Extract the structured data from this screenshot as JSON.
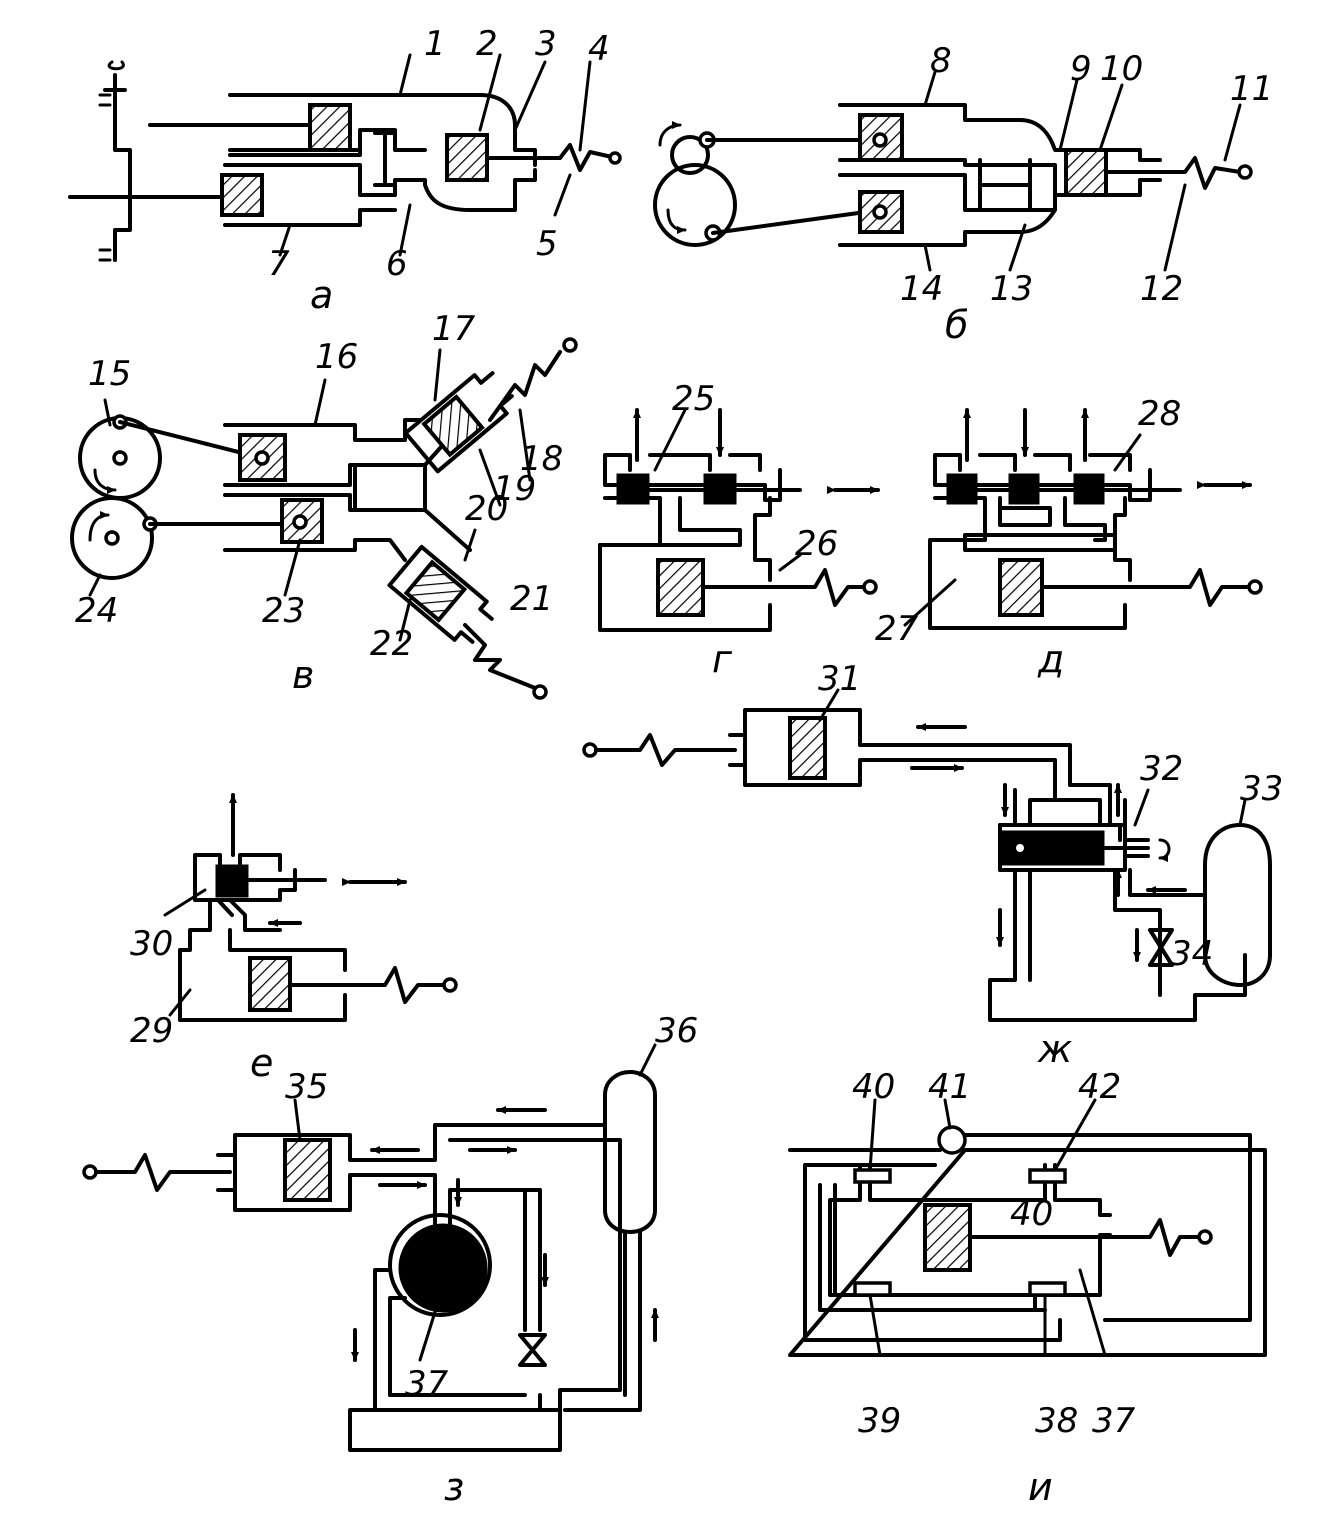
{
  "labels": {
    "n1": "1",
    "n2": "2",
    "n3": "3",
    "n4": "4",
    "n5": "5",
    "n6": "6",
    "n7": "7",
    "n8": "8",
    "n9": "9",
    "n10": "10",
    "n11": "11",
    "n12": "12",
    "n13": "13",
    "n14": "14",
    "n15": "15",
    "n16": "16",
    "n17": "17",
    "n18": "18",
    "n19": "19",
    "n20": "20",
    "n21": "21",
    "n22": "22",
    "n23": "23",
    "n24": "24",
    "n25": "25",
    "n26": "26",
    "n27": "27",
    "n28": "28",
    "n29": "29",
    "n30": "30",
    "n31": "31",
    "n32": "32",
    "n33": "33",
    "n34": "34",
    "n35": "35",
    "n36": "36",
    "n37a": "37",
    "n37b": "37",
    "n38": "38",
    "n39": "39",
    "n40a": "40",
    "n40b": "40",
    "n41": "41",
    "n42": "42"
  },
  "captions": {
    "a": "а",
    "b": "б",
    "v": "в",
    "g": "г",
    "d": "д",
    "e": "е",
    "zh": "ж",
    "z": "з",
    "i": "и"
  }
}
